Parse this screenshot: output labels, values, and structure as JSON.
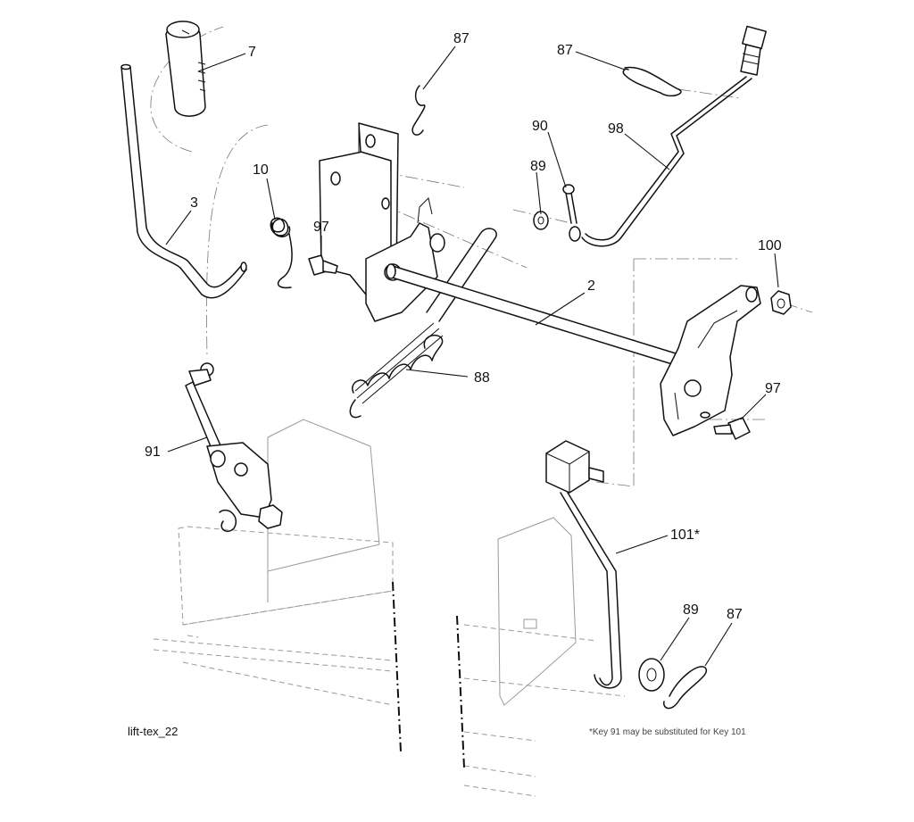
{
  "diagram": {
    "callouts": {
      "c7": "7",
      "c87a": "87",
      "c87b": "87",
      "c87c": "87",
      "c90": "90",
      "c98": "98",
      "c89a": "89",
      "c89b": "89",
      "c10": "10",
      "c3": "3",
      "c97a": "97",
      "c97b": "97",
      "c100": "100",
      "c2": "2",
      "c88": "88",
      "c91": "91",
      "c101": "101*"
    },
    "figure_id": "lift-tex_22",
    "footnote": "*Key 91 may be substituted for Key 101"
  }
}
